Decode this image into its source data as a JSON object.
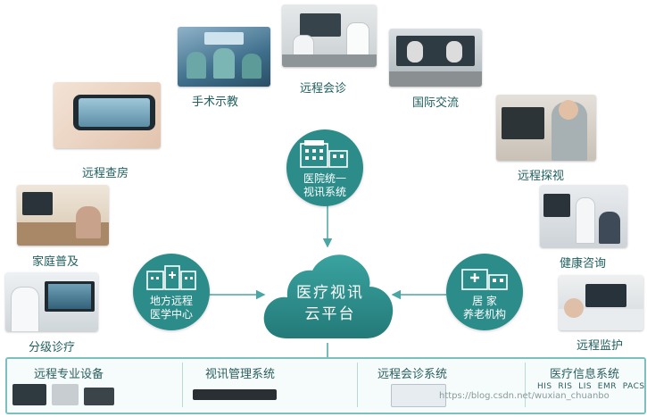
{
  "center": {
    "line1": "医疗视讯",
    "line2": "云平台"
  },
  "hospital_system": {
    "line1": "医院统一",
    "line2": "视讯系统"
  },
  "regional_center": {
    "line1": "地方远程",
    "line2": "医学中心"
  },
  "elder_care": {
    "line1": "居 家",
    "line2": "养老机构"
  },
  "services": {
    "surgery": "手术示教",
    "consult": "远程会诊",
    "intl": "国际交流",
    "rounds": "远程查房",
    "visit": "远程探视",
    "family": "家庭普及",
    "health": "健康咨询",
    "triage": "分级诊疗",
    "monitor": "远程监护"
  },
  "bottom_panel": {
    "seg1": "远程专业设备",
    "seg2": "视讯管理系统",
    "seg3": "远程会诊系统",
    "seg4": "医疗信息系统",
    "his": "HIS  RIS  LIS  EMR  PACS"
  },
  "watermark": "https://blog.csdn.net/wuxian_chuanbo"
}
